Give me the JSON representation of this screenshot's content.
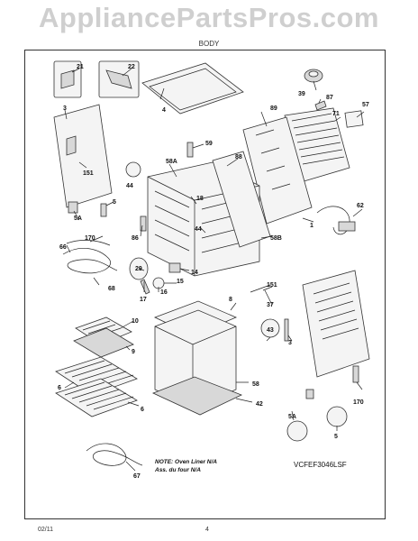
{
  "watermark": "AppliancePartsPros.com",
  "section_title": "BODY",
  "footer": {
    "date": "02/11",
    "page": "4"
  },
  "model_code": "VCFEF3046LSF",
  "note_line1": "NOTE: Oven Liner N/A",
  "note_line2": "Ass. du four N/A",
  "part_labels": {
    "p21": "21",
    "p22": "22",
    "p4": "4",
    "p39": "39",
    "p87": "87",
    "p89": "89",
    "p71": "71",
    "p57": "57",
    "p3a": "3",
    "p151a": "151",
    "p59": "59",
    "p58A": "58A",
    "p88": "88",
    "p5a": "5",
    "p5Aa": "5A",
    "p44a": "44",
    "p18": "18",
    "p62": "62",
    "p170a": "170",
    "p86": "86",
    "p44b": "44",
    "p58B": "58B",
    "p1": "1",
    "p66": "66",
    "p29": "29",
    "p14": "14",
    "p68": "68",
    "p15": "15",
    "p17": "17",
    "p16": "16",
    "p8": "8",
    "p151b": "151",
    "p37": "37",
    "p43": "43",
    "p3b": "3",
    "p10": "10",
    "p9": "9",
    "p6a": "6",
    "p6b": "6",
    "p58": "58",
    "p42": "42",
    "p67": "67",
    "p5Ab": "5A",
    "p5b": "5",
    "p170b": "170"
  }
}
